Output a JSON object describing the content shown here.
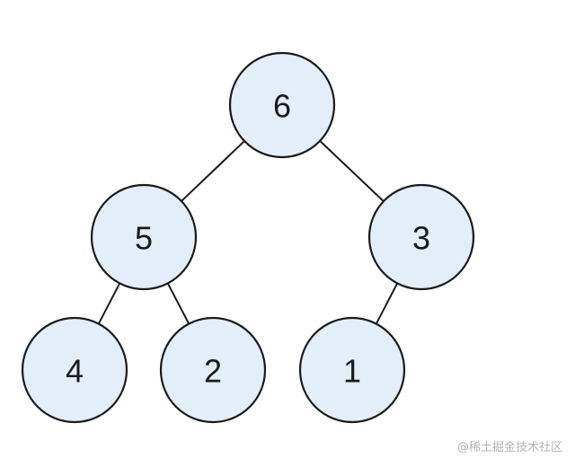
{
  "tree": {
    "nodes": [
      {
        "id": "n6",
        "label": "6"
      },
      {
        "id": "n5",
        "label": "5"
      },
      {
        "id": "n3",
        "label": "3"
      },
      {
        "id": "n4",
        "label": "4"
      },
      {
        "id": "n2",
        "label": "2"
      },
      {
        "id": "n1",
        "label": "1"
      }
    ],
    "edges": [
      {
        "from": "n6",
        "to": "n5"
      },
      {
        "from": "n6",
        "to": "n3"
      },
      {
        "from": "n5",
        "to": "n4"
      },
      {
        "from": "n5",
        "to": "n2"
      },
      {
        "from": "n3",
        "to": "n1"
      }
    ],
    "colors": {
      "node_fill": "#e3eef9",
      "node_stroke": "#1a1a1a",
      "edge": "#1a1a1a"
    }
  },
  "watermark": {
    "text": "@稀土掘金技术社区"
  }
}
